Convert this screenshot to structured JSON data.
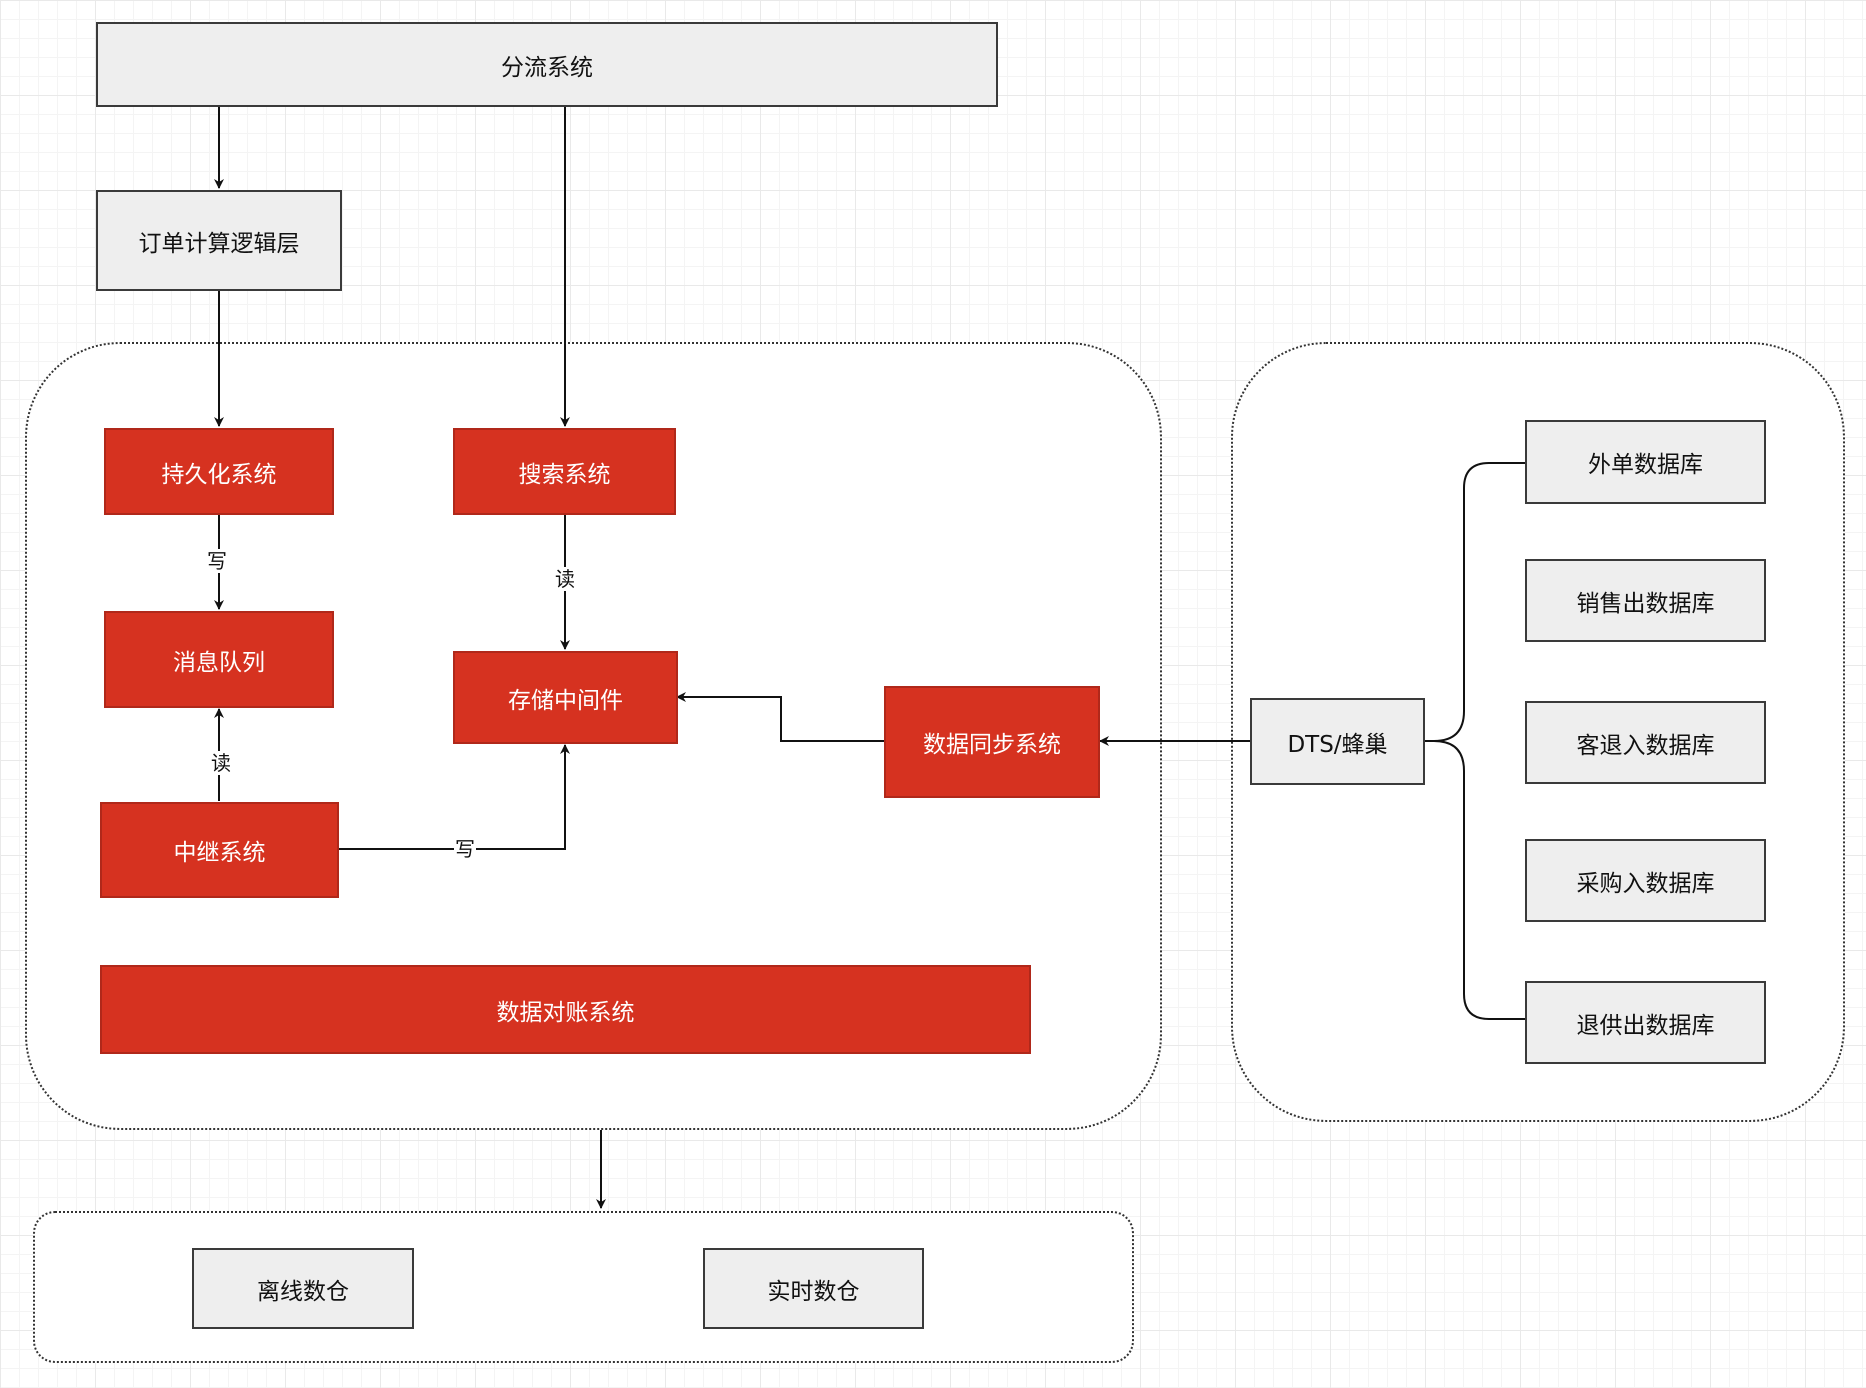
{
  "nodes": {
    "split_system": "分流系统",
    "order_calc_layer": "订单计算逻辑层",
    "persistence_system": "持久化系统",
    "search_system": "搜索系统",
    "message_queue": "消息队列",
    "storage_middleware": "存储中间件",
    "relay_system": "中继系统",
    "data_sync_system": "数据同步系统",
    "reconciliation_system": "数据对账系统",
    "dts_hive": "DTS/蜂巢",
    "outsource_db": "外单数据库",
    "sales_out_db": "销售出数据库",
    "customer_return_db": "客退入数据库",
    "purchase_in_db": "采购入数据库",
    "supplier_return_db": "退供出数据库",
    "offline_warehouse": "离线数仓",
    "realtime_warehouse": "实时数仓"
  },
  "edge_labels": {
    "write_to_queue": "写",
    "read_storage": "读",
    "read_queue": "读",
    "write_storage": "写"
  },
  "colors": {
    "system_box": "#d63220",
    "external_box": "#eeeeee",
    "line": "#111111"
  }
}
